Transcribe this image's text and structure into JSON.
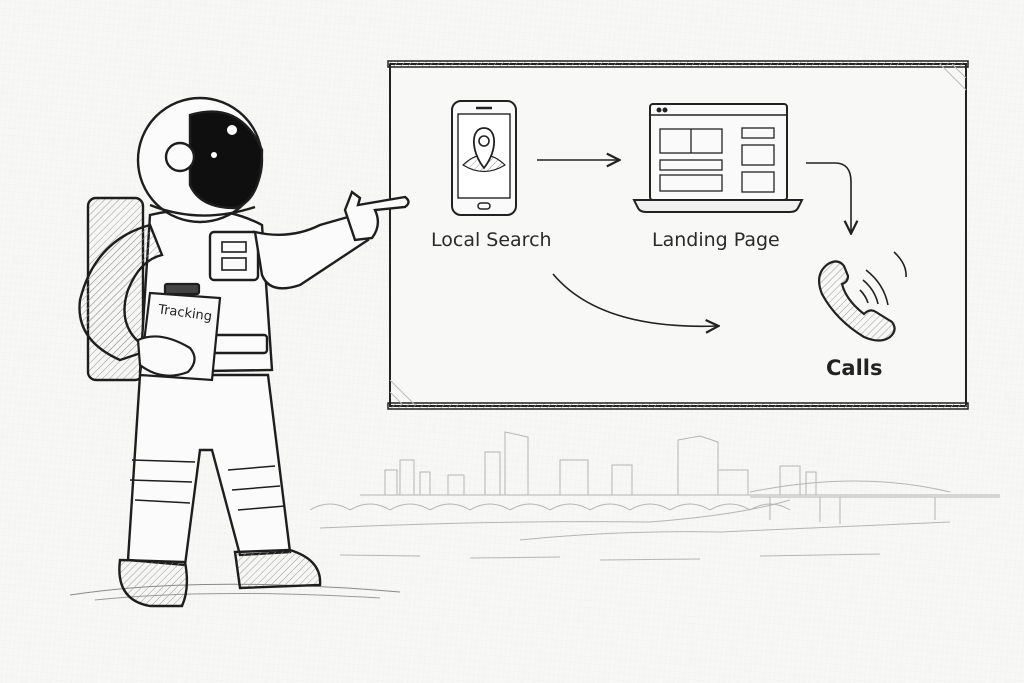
{
  "diagram": {
    "type": "flow",
    "board": {
      "nodes": [
        {
          "id": "local_search",
          "label": "Local Search",
          "icon": "smartphone-map-pin-icon"
        },
        {
          "id": "landing_page",
          "label": "Landing Page",
          "icon": "laptop-webpage-icon"
        },
        {
          "id": "calls",
          "label": "Calls",
          "icon": "ringing-phone-icon"
        }
      ],
      "edges": [
        {
          "from": "local_search",
          "to": "landing_page"
        },
        {
          "from": "landing_page",
          "to": "calls"
        },
        {
          "from": "local_search",
          "to": "calls"
        }
      ]
    },
    "presenter": {
      "figure": "astronaut",
      "clipboard_label": "Tracking"
    },
    "background": "city-skyline-with-river-and-bridge"
  },
  "colors": {
    "ink": "#1e1e1e",
    "paper": "#f7f7f5",
    "faint": "#b8b8b8"
  }
}
